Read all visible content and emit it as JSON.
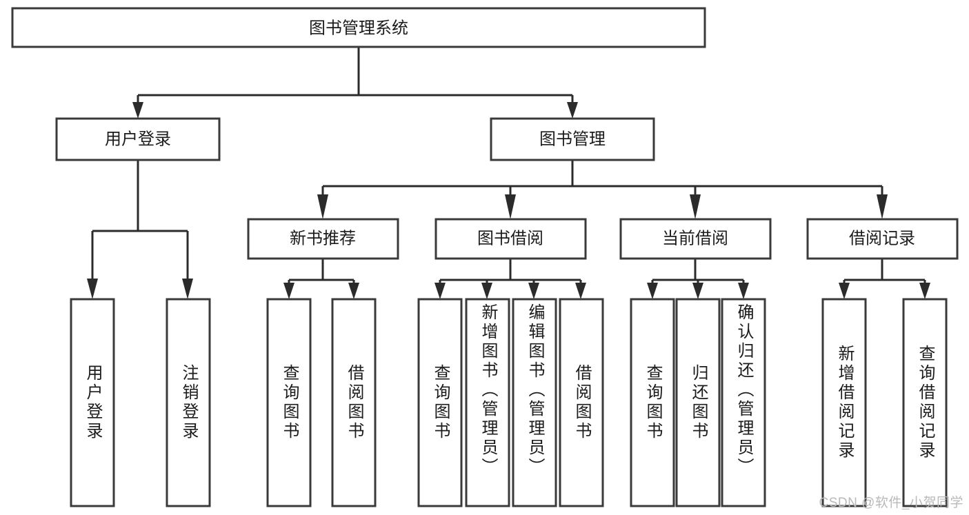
{
  "diagram": {
    "type": "tree-hierarchy-chart",
    "title_node": {
      "label": "图书管理系统"
    },
    "level1": [
      {
        "id": "user-login",
        "label": "用户登录"
      },
      {
        "id": "book-management",
        "label": "图书管理"
      }
    ],
    "level2": [
      {
        "id": "new-book-recommend",
        "label": "新书推荐",
        "parent": "book-management"
      },
      {
        "id": "book-borrow",
        "label": "图书借阅",
        "parent": "book-management"
      },
      {
        "id": "current-borrow",
        "label": "当前借阅",
        "parent": "book-management"
      },
      {
        "id": "borrow-record",
        "label": "借阅记录",
        "parent": "book-management"
      }
    ],
    "leaves": [
      {
        "id": "leaf-user-login",
        "label": "用户登录",
        "parent": "user-login"
      },
      {
        "id": "leaf-logout",
        "label": "注销登录",
        "parent": "user-login"
      },
      {
        "id": "leaf-query-book-1",
        "label": "查询图书",
        "parent": "new-book-recommend"
      },
      {
        "id": "leaf-borrow-book-1",
        "label": "借阅图书",
        "parent": "new-book-recommend"
      },
      {
        "id": "leaf-query-book-2",
        "label": "查询图书",
        "parent": "book-borrow"
      },
      {
        "id": "leaf-add-book",
        "label": "新增图书（管理员）",
        "parent": "book-borrow"
      },
      {
        "id": "leaf-edit-book",
        "label": "编辑图书（管理员）",
        "parent": "book-borrow"
      },
      {
        "id": "leaf-borrow-book-2",
        "label": "借阅图书",
        "parent": "book-borrow"
      },
      {
        "id": "leaf-query-book-3",
        "label": "查询图书",
        "parent": "current-borrow"
      },
      {
        "id": "leaf-return-book",
        "label": "归还图书",
        "parent": "current-borrow"
      },
      {
        "id": "leaf-confirm-return",
        "label": "确认归还（管理员）",
        "parent": "current-borrow"
      },
      {
        "id": "leaf-add-record",
        "label": "新增借阅记录",
        "parent": "borrow-record"
      },
      {
        "id": "leaf-query-record",
        "label": "查询借阅记录",
        "parent": "borrow-record"
      }
    ],
    "colors": {
      "box_stroke": "#3a3a3a",
      "connector": "#2b2b2b",
      "text": "#1b1b1b",
      "background": "#ffffff",
      "watermark": "#b9b9b9"
    }
  },
  "watermark": {
    "text": "CSDN @软件_小贺同学"
  }
}
